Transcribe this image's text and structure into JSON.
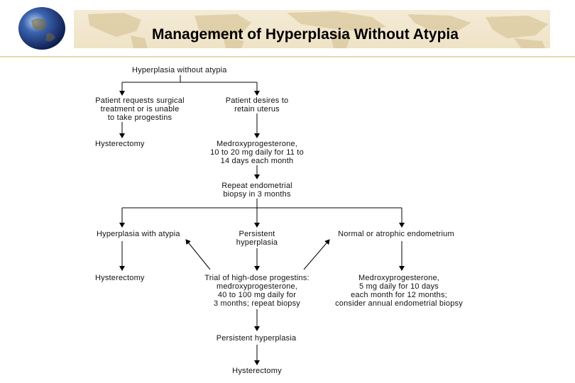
{
  "header": {
    "title": "Management of Hyperplasia Without Atypia"
  },
  "flowchart": {
    "root": "Hyperplasia without atypia",
    "surgical": "Patient requests surgical\ntreatment or is unable\nto take progestins",
    "retain": "Patient desires to\nretain uterus",
    "hyst1": "Hysterectomy",
    "medroxy1": "Medroxyprogesterone,\n10 to 20 mg daily for 11 to\n14 days each month",
    "repeat": "Repeat endometrial\nbiopsy in 3 months",
    "atypia": "Hyperplasia with atypia",
    "persistent": "Persistent\nhyperplasia",
    "normal": "Normal or atrophic endometrium",
    "hyst2": "Hysterectomy",
    "trial": "Trial of high-dose progestins:\nmedroxyprogesterone,\n40 to 100 mg daily for\n3 months; repeat biopsy",
    "medroxy2": "Medroxyprogesterone,\n5 mg daily for 10 days\neach month for 12 months;\nconsider annual endometrial biopsy",
    "persistent2": "Persistent hyperplasia",
    "hyst3": "Hysterectomy"
  }
}
